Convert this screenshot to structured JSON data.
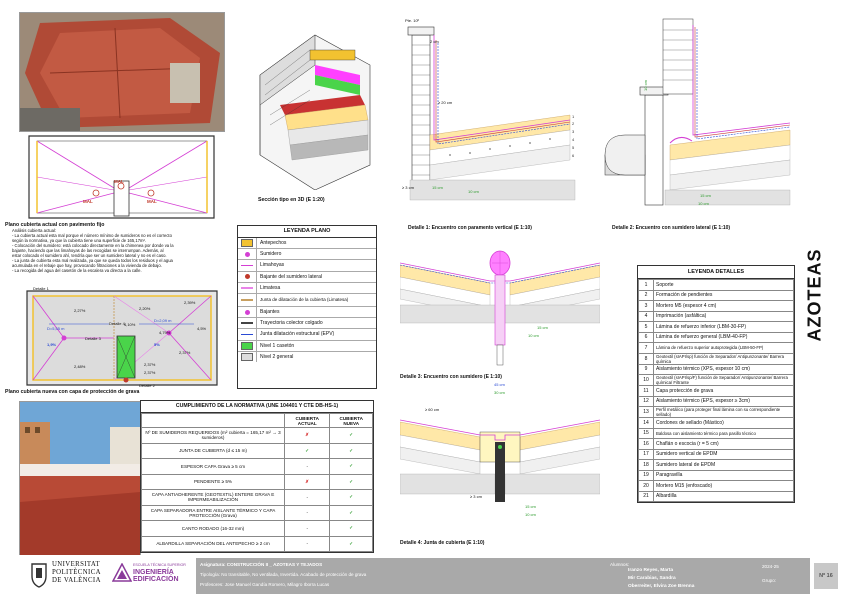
{
  "page_title": "AZOTEAS",
  "photos": {
    "aerial_caption": "",
    "plan_actual_caption": "Plano cubierta actual con pavimento fijo",
    "plan_nueva_caption": "Plano cubierta nueva con capa de protección de grava"
  },
  "analysis": {
    "title": "Análisis cubierta actual:",
    "lines": [
      "- La cubierta actual esta mal porque el número mínimo de sumideros no es el correcto",
      "  según la normativa, ya que la cubierta tiene una superficie de 165,17m².",
      "- Colocación del sumidero: está colocado directamente en la chimenea por donde va la",
      "  bajante, haciendo que las limahoyas de las recogidas se interrumpan. Además, al",
      "  estar colocado el sumidero ahí, tendría que ser un sumidero lateral y no es el caso.",
      "- La junta de cubierta esta mal realizada, ya que se queda todos los residuos y el agua",
      "  acumulada en el rebaje que hay, provocando filtraciones a la vivienda de debajo.",
      "- La recogida del agua del casetón de la escalera va directa a la calle."
    ]
  },
  "plan_actual_labels": {
    "mal1": "MAL",
    "mal2": "MAL",
    "mal3": "MAL"
  },
  "plan_nueva_labels": {
    "detalle1": "Detalle 1",
    "detalle2": "Detalle 2",
    "detalle3": "Detalle 3",
    "detalle4": "Detalle 4",
    "p1": "2,27%",
    "p2": "2,20%",
    "p3": "2,39%",
    "p4": "4,10%",
    "p5": "4,5%",
    "p6": "4,79%",
    "p7": "1,9%",
    "p8": "5%",
    "p9": "2,37%",
    "p10": "2,48%",
    "p11": "2,37%",
    "p12": "2,37%",
    "d1": "D=5,55 m",
    "d2": "D=2,09 m"
  },
  "section3d_caption": "Sección tipo en 3D (E 1:20)",
  "details": {
    "d1_caption": "Detalle 1: Encuentro con paramento vertical (E 1:10)",
    "d2_caption": "Detalle 2: Encuentro con sumidero lateral (E 1:10)",
    "d3_caption": "Detalle 3: Encuentro con sumidero (E 1:10)",
    "d4_caption": "Detalle 4: Junta de cubierta (E 1:10)",
    "dims": {
      "pte": "Pte. 10º",
      "c2": "2 cm",
      "c20": "≥ 20 cm",
      "c3": "≥ 3 cm",
      "c15a": "15 cm",
      "c10a": "10 cm",
      "c10b": "10 cm",
      "c15b": "15 cm",
      "c10c": "10 cm",
      "c15c": "15 cm",
      "c10d": "10 cm",
      "c15d": "15 cm",
      "c10e": "10 cm",
      "c45": "45 cm",
      "c30": "30 cm",
      "c60": "≥ 60 cm",
      "c3b": "≥ 3 cm"
    }
  },
  "legend_plano": {
    "title": "LEYENDA PLANO",
    "items": [
      {
        "label": "Antepechos",
        "color": "#f2c230"
      },
      {
        "label": "Sumidero",
        "color": "#d43fd4"
      },
      {
        "label": "Limahoyas",
        "color": "#d43fd4"
      },
      {
        "label": "Bajante del sumidero lateral",
        "color": "#c0392b"
      },
      {
        "label": "Limatesa",
        "color": "#e884e8"
      },
      {
        "label": "Junta de dilatación de la cubierta (Limatesa)",
        "color": "#c8a060"
      },
      {
        "label": "Bajantes",
        "color": "#d43fd4"
      },
      {
        "label": "Trayectoria colector colgado",
        "color": "#444444"
      },
      {
        "label": "Junta dilatación estructural (EPV)",
        "color": "#2a4ad4"
      },
      {
        "label": "Nivel 1 casetón",
        "color": "#4ad44a"
      },
      {
        "label": "Nivel 2 general",
        "color": "#dddddd"
      }
    ]
  },
  "legend_detalles": {
    "title": "LEYENDA DETALLES",
    "items": [
      {
        "n": "1",
        "label": "Soporte"
      },
      {
        "n": "2",
        "label": "Formación de pendientes"
      },
      {
        "n": "3",
        "label": "Mortero M5 (espesor 4 cm)"
      },
      {
        "n": "4",
        "label": "Imprimación (asfáltica)"
      },
      {
        "n": "5",
        "label": "Lámina de refuerzo inferior (LBM-30-FP)"
      },
      {
        "n": "6",
        "label": "Lámina de refuerzo general (LBM-40-FP)"
      },
      {
        "n": "7",
        "label": "Lámina de refuerzo superior autoprotegida (LBM-50-FP)"
      },
      {
        "n": "8",
        "label": "Geotextil (sIAPI/sp) función de Separador/ Antipunzonante/ Barrera química"
      },
      {
        "n": "9",
        "label": "Aislamiento térmico (XPS, espesor 10 cm)"
      },
      {
        "n": "10",
        "label": "Geotextil (sIAPI/sp/F) función de Separador/ Antipunzonante/ Barrera química/ Filtrante"
      },
      {
        "n": "11",
        "label": "Capa protección de grava"
      },
      {
        "n": "12",
        "label": "Aislamiento térmico (EPS, espesor ≥ 3cm)"
      },
      {
        "n": "13",
        "label": "Perfil metálico (para proteger final lámina con su correspondiente sellado)"
      },
      {
        "n": "14",
        "label": "Cordones de sellado (Mástico)"
      },
      {
        "n": "15",
        "label": "Baldosa con aislamiento térmico para pasillo técnico"
      },
      {
        "n": "16",
        "label": "Chaflán o escocia (r = 5 cm)"
      },
      {
        "n": "17",
        "label": "Sumidero vertical de EPDM"
      },
      {
        "n": "18",
        "label": "Sumidero lateral de EPDM"
      },
      {
        "n": "19",
        "label": "Paragravilla"
      },
      {
        "n": "20",
        "label": "Mortero M15 (enfoscado)"
      },
      {
        "n": "21",
        "label": "Albardilla"
      }
    ]
  },
  "normativa": {
    "title": "CUMPLIMIENTO DE LA NORMATIVA (UNE 104401 Y CTE DB-HS-1)",
    "col_actual": "CUBIERTA ACTUAL",
    "col_nueva": "CUBIERTA NUEVA",
    "rows": [
      {
        "label": "Nº DE SUMIDEROS REQUERIDOS (m² cubierta = 165,17 m² → 3 sumideros)",
        "actual": "✗",
        "nueva": "✓"
      },
      {
        "label": "JUNTA DE CUBIERTA (d ≤ 15 m)",
        "actual": "✓",
        "nueva": "✓"
      },
      {
        "label": "ESPESOR CAPA Grava ≥ 5 cm",
        "actual": "-",
        "nueva": "✓"
      },
      {
        "label": "PENDIENTE ≥ 5%",
        "actual": "✗",
        "nueva": "✓"
      },
      {
        "label": "CAPA ANTIADHERENTE (GEOTEXTIL) ENTERE GRAVA E IMPERMEABILIZACIÓN",
        "actual": "-",
        "nueva": "✓"
      },
      {
        "label": "CAPA SEPARADORA ENTRE AISLANTE TÉRMICO Y CAPA PROTECCIÓN (Grava)",
        "actual": "-",
        "nueva": "✓"
      },
      {
        "label": "CANTO RODADO (16-32 mm)",
        "actual": "-",
        "nueva": "✓"
      },
      {
        "label": "ALBARDILLA SEPARACIÓN DEL ANTEPECHO ≥ 2 cm",
        "actual": "-",
        "nueva": "✓"
      }
    ]
  },
  "footer": {
    "univ1": "UNIVERSITAT",
    "univ2": "POLITÈCNICA",
    "univ3": "DE VALÈNCIA",
    "school1": "ESCUELA TÉCNICA SUPERIOR",
    "school2": "INGENIERÍA",
    "school3": "EDIFICACIÓN",
    "asignatura": "Asignatura: CONSTRUCCIÓN II _ AZOTEAS Y TEJADOS",
    "tipologia": "Tipología: No transitable, No ventilada, Invertida. Acabado de protección de grava",
    "profesores": "Profesores:  Jose Manuel Gandía Romero, Milagro Iborra Lucas",
    "alumnos_label": "Alumnos:",
    "alumno1": "Iranzo Reyes, Marta",
    "alumno2": "Mir Carabias, Sandra",
    "alumno3": "Oberreiter, Elvira Zoe Brenna",
    "year": "2024-25",
    "grupo_label": "Grupo:",
    "numero": "Nº 16"
  }
}
